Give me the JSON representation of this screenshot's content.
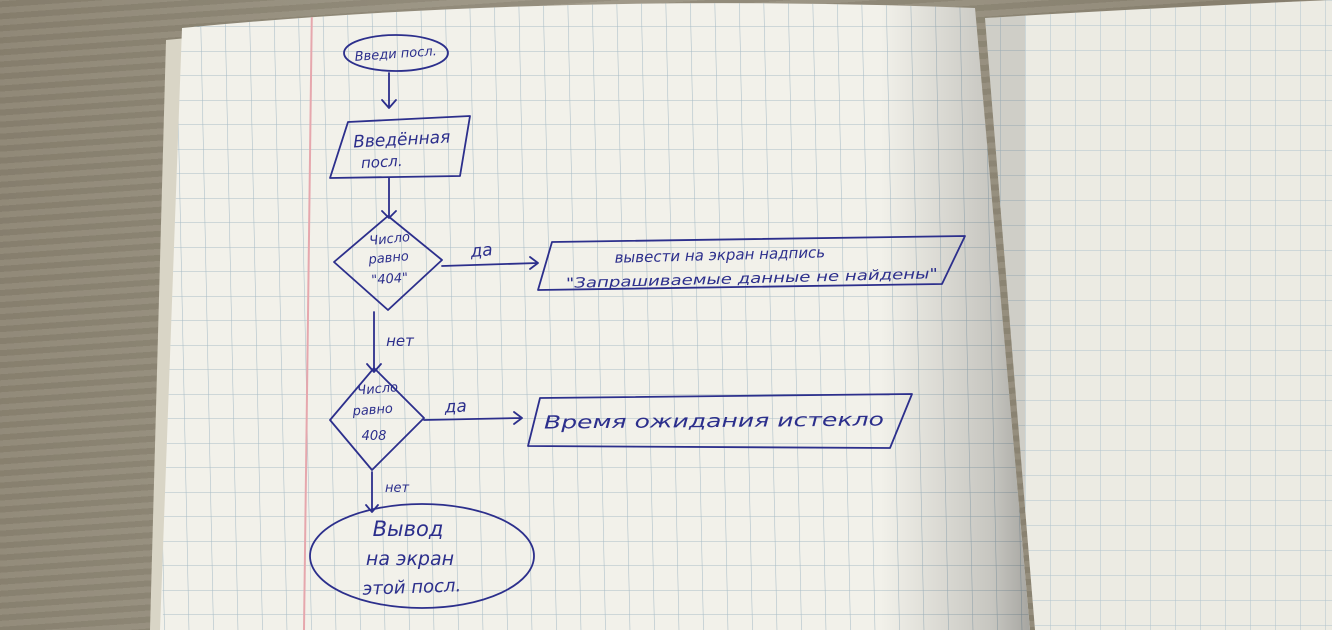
{
  "diagram": {
    "nodes": {
      "start": {
        "lines": [
          "Введи посл."
        ]
      },
      "input": {
        "lines": [
          "Введённая",
          "посл."
        ]
      },
      "decision1": {
        "lines": [
          "Число",
          "равно",
          "\"404\""
        ]
      },
      "output1": {
        "lines": [
          "вывести на экран надпись",
          "\"Запрашиваемые данные не найдены\""
        ]
      },
      "decision2": {
        "lines": [
          "Число",
          "равно",
          "408"
        ]
      },
      "output2": {
        "lines": [
          "Время ожидания истекло"
        ]
      },
      "end": {
        "lines": [
          "Вывод",
          "на экран",
          "этой посл."
        ]
      }
    },
    "edges": {
      "yes1": "да",
      "no1": "нет",
      "yes2": "да",
      "no2": "нет"
    }
  },
  "colors": {
    "ink": "#2c2f8c",
    "paper": "#f1f0e8",
    "grid": "#a8bcc6",
    "margin": "#e6a7ad",
    "background": "#8e8674"
  }
}
